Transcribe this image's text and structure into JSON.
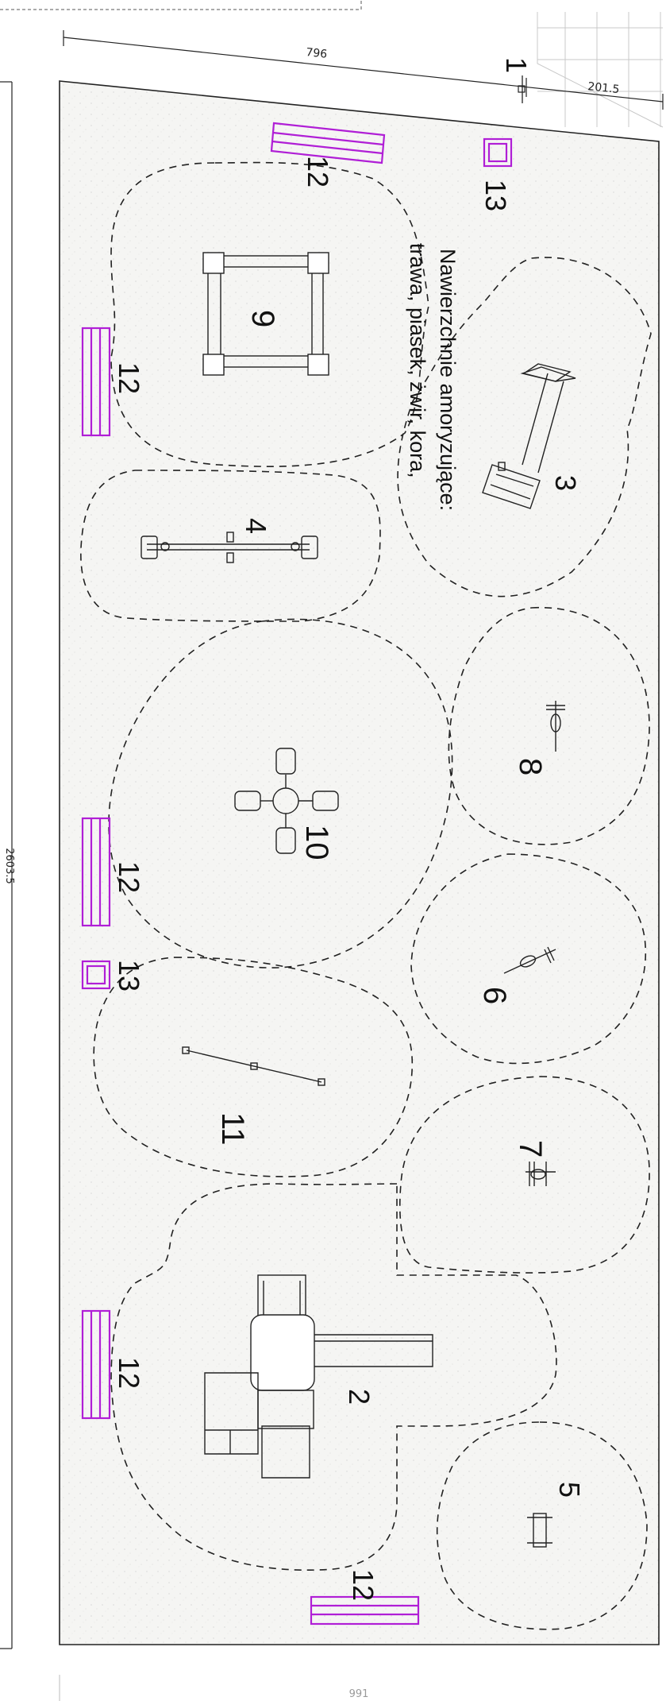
{
  "dimensions": {
    "top_width": "796",
    "top_right": "201.5",
    "left_height": "2603.5",
    "bottom_scale": "991"
  },
  "surface_note": {
    "line1": "Nawierzchnie amoryzujące:",
    "line2": "trawa, piasek, żwir, kora,"
  },
  "items": [
    {
      "id": "1",
      "label": "1"
    },
    {
      "id": "2",
      "label": "2"
    },
    {
      "id": "3",
      "label": "3"
    },
    {
      "id": "4",
      "label": "4"
    },
    {
      "id": "5",
      "label": "5"
    },
    {
      "id": "6",
      "label": "6"
    },
    {
      "id": "7",
      "label": "7"
    },
    {
      "id": "8",
      "label": "8"
    },
    {
      "id": "9",
      "label": "9"
    },
    {
      "id": "10",
      "label": "10"
    },
    {
      "id": "11",
      "label": "11"
    },
    {
      "id": "12",
      "label": "12"
    },
    {
      "id": "13",
      "label": "13"
    }
  ],
  "colors": {
    "outline": "#222222",
    "bench": "#b01fd6",
    "ground": "#f3f3f1"
  }
}
